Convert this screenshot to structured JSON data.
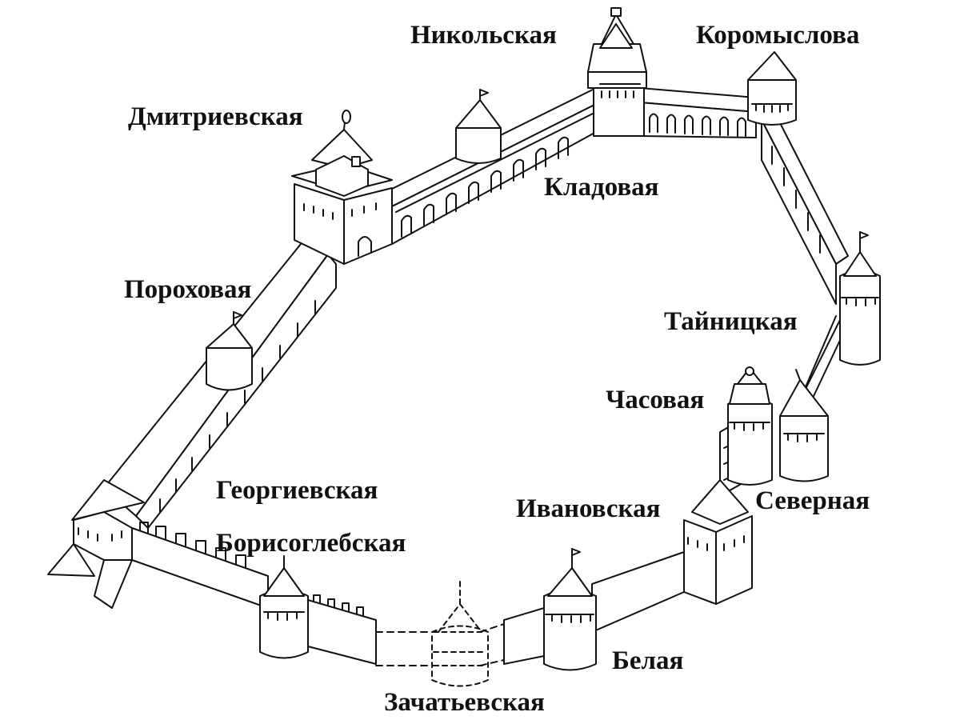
{
  "towers": [
    {
      "id": "nikolskaya",
      "label": "Никольская"
    },
    {
      "id": "koromyslova",
      "label": "Коромыслова"
    },
    {
      "id": "dmitrievskaya",
      "label": "Дмитриевская"
    },
    {
      "id": "kladovaya",
      "label": "Кладовая"
    },
    {
      "id": "porokhovaya",
      "label": "Пороховая"
    },
    {
      "id": "tainitskaya",
      "label": "Тайницкая"
    },
    {
      "id": "chasovaya",
      "label": "Часовая"
    },
    {
      "id": "georgievskaya",
      "label": "Георгиевская"
    },
    {
      "id": "severnaya",
      "label": "Северная"
    },
    {
      "id": "ivanovskaya",
      "label": "Ивановская"
    },
    {
      "id": "borisoglebskaya",
      "label": "Борисоглебская"
    },
    {
      "id": "belaya",
      "label": "Белая"
    },
    {
      "id": "zachatievskaya",
      "label": "Зачатьевская"
    }
  ]
}
